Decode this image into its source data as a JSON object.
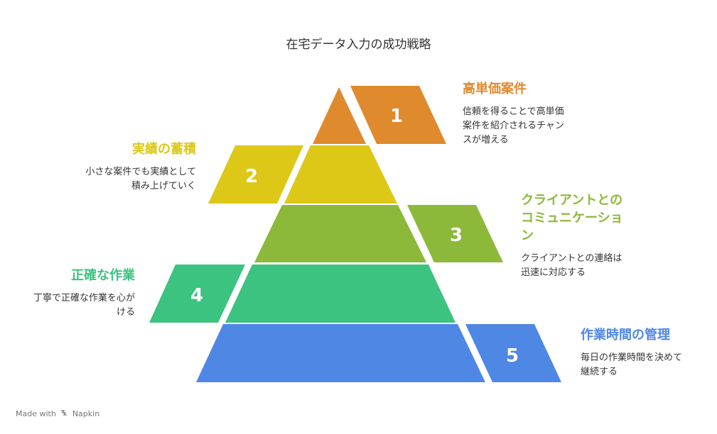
{
  "title": "在宅データ入力の成功戦略",
  "levels": [
    {
      "number": "1",
      "heading": "高単価案件",
      "description": "信頼を得ることで高単価案件を紹介されるチャンスが増える",
      "color": "#E08A2E"
    },
    {
      "number": "2",
      "heading": "実績の蓄積",
      "description": "小さな案件でも実績として積み上げていく",
      "color": "#DDC817"
    },
    {
      "number": "3",
      "heading": "クライアントとのコミュニケーション",
      "description": "クライアントとの連絡は迅速に対応する",
      "color": "#8CB93A"
    },
    {
      "number": "4",
      "heading": "正確な作業",
      "description": "丁寧で正確な作業を心がける",
      "color": "#3CC37F"
    },
    {
      "number": "5",
      "heading": "作業時間の管理",
      "description": "毎日の作業時間を決めて継続する",
      "color": "#4F87E5"
    }
  ],
  "footer": {
    "made_with": "Made with",
    "brand": "Napkin"
  }
}
